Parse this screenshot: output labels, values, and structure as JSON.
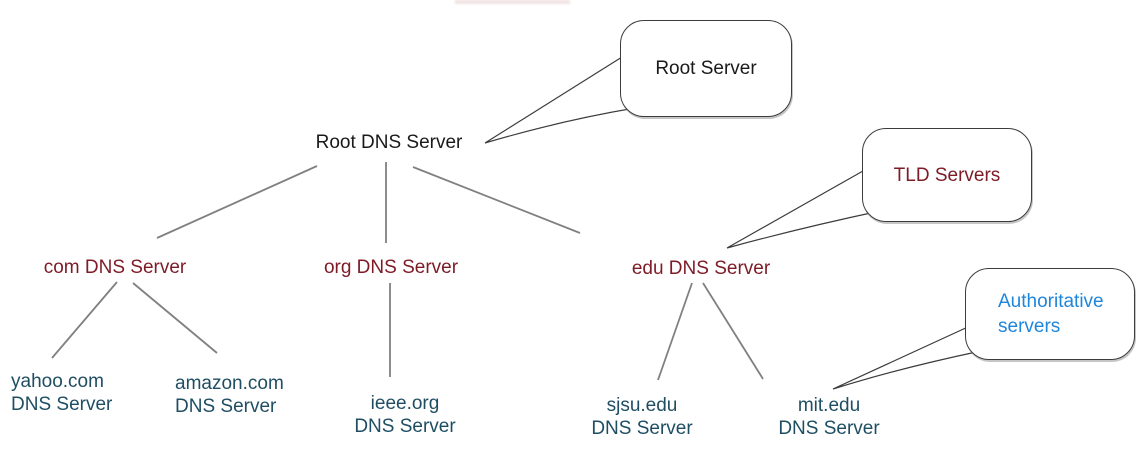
{
  "colors": {
    "root_text": "#1a1a1a",
    "tld_text": "#7d1b26",
    "leaf_text": "#1f4e63",
    "authoritative_text": "#1e86db",
    "tree_line": "#808080",
    "bubble_border": "#3c3c3c"
  },
  "tree": {
    "root": {
      "label": "Root DNS Server"
    },
    "tld": [
      {
        "label": "com DNS Server"
      },
      {
        "label": "org DNS Server"
      },
      {
        "label": "edu DNS Server"
      }
    ],
    "leaves": [
      {
        "line1": "yahoo.com",
        "line2": "DNS Server"
      },
      {
        "line1": "amazon.com",
        "line2": "DNS Server"
      },
      {
        "line1": "ieee.org",
        "line2": "DNS Server"
      },
      {
        "line1": "sjsu.edu",
        "line2": "DNS Server"
      },
      {
        "line1": "mit.edu",
        "line2": "DNS Server"
      }
    ]
  },
  "callouts": {
    "root_server": {
      "label": "Root Server"
    },
    "tld_servers": {
      "label": "TLD Servers"
    },
    "authoritative": {
      "line1": "Authoritative",
      "line2": "servers"
    }
  }
}
